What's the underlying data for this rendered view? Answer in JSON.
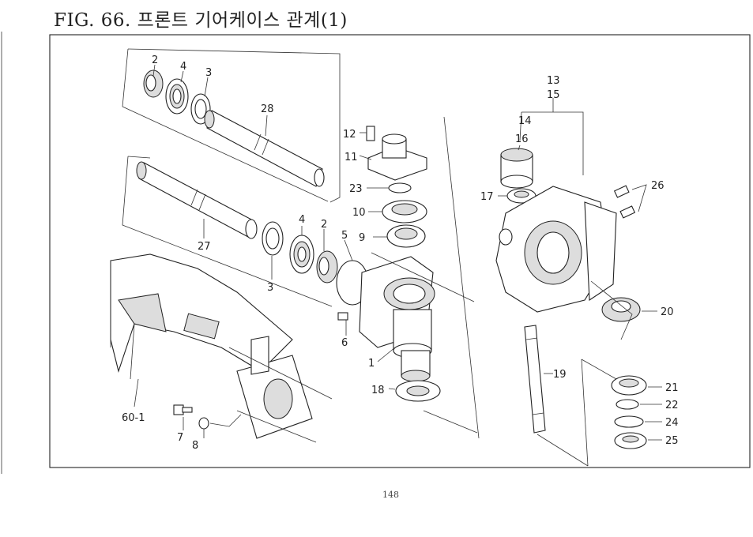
{
  "figure": {
    "title": "FIG. 66. 프론트 기어케이스 관계(1)",
    "page_number": "148"
  },
  "callouts": {
    "c1": "1",
    "c2a": "2",
    "c2b": "2",
    "c3a": "3",
    "c3b": "3",
    "c4a": "4",
    "c4b": "4",
    "c5": "5",
    "c6": "6",
    "c7": "7",
    "c8": "8",
    "c9": "9",
    "c10": "10",
    "c11": "11",
    "c12": "12",
    "c13": "13",
    "c14": "14",
    "c15": "15",
    "c16": "16",
    "c17": "17",
    "c18": "18",
    "c19": "19",
    "c20": "20",
    "c21": "21",
    "c22": "22",
    "c23": "23",
    "c24": "24",
    "c25": "25",
    "c26": "26",
    "c27": "27",
    "c28": "28",
    "c60_1": "60-1"
  }
}
